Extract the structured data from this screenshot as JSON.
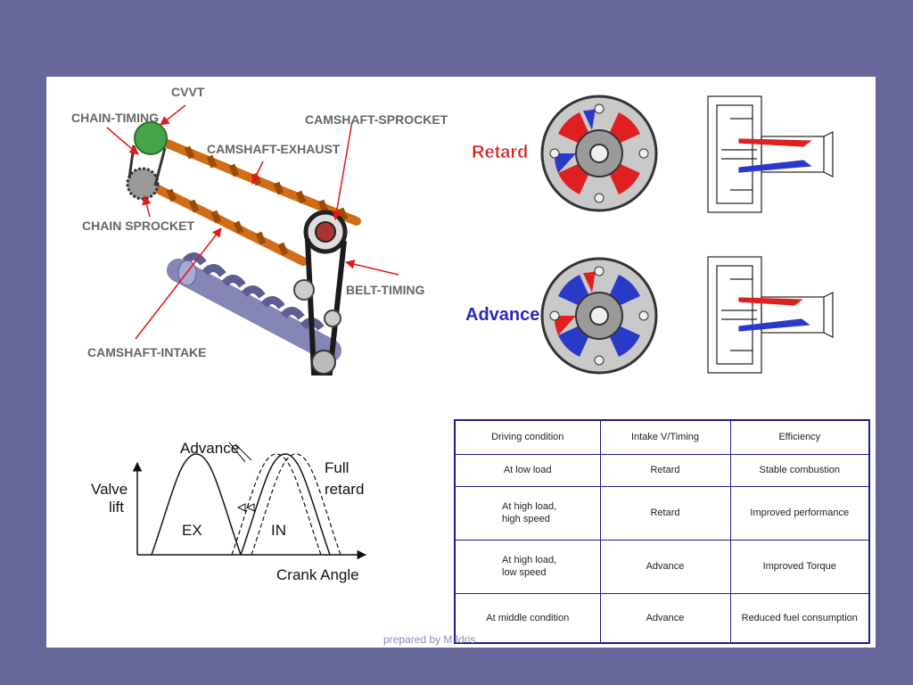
{
  "engine_labels": {
    "cvvt": "CVVT",
    "chain_timing": "CHAIN-TIMING",
    "camshaft_exhaust": "CAMSHAFT-EXHAUST",
    "camshaft_sprocket": "CAMSHAFT-SPROCKET",
    "chain_sprocket": "CHAIN SPROCKET",
    "belt_timing": "BELT-TIMING",
    "camshaft_intake": "CAMSHAFT-INTAKE"
  },
  "phaser": {
    "retard": "Retard",
    "advance": "Advance"
  },
  "valve_chart": {
    "ylabel": [
      "Valve",
      "lift"
    ],
    "xlabel": "Crank Angle",
    "advance": "Advance",
    "full_retard": [
      "Full",
      "retard"
    ],
    "ex": "EX",
    "in": "IN"
  },
  "table": {
    "headers": [
      "Driving condition",
      "Intake V/Timing",
      "Efficiency"
    ],
    "rows": [
      [
        "At low load",
        "Retard",
        "Stable combustion"
      ],
      [
        "At high load,\nhigh speed",
        "Retard",
        "Improved performance"
      ],
      [
        "At high load,\nlow speed",
        "Advance",
        "Improved Torque"
      ],
      [
        "At middle condition",
        "Advance",
        "Reduced fuel consumption"
      ]
    ]
  },
  "footer": "prepared by M.Idris"
}
